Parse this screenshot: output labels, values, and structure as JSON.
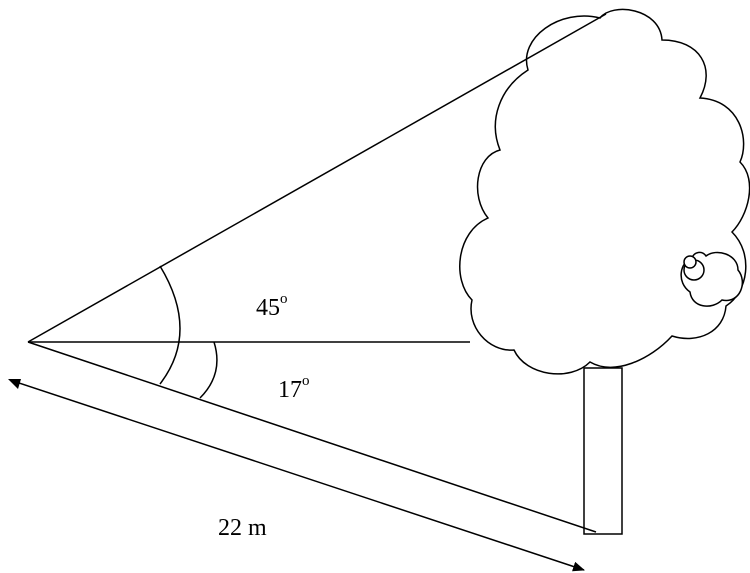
{
  "labels": {
    "angle_top": {
      "value": "45",
      "degree_mark": "o"
    },
    "angle_bottom": {
      "value": "17",
      "degree_mark": "o"
    },
    "distance": "22 m"
  }
}
